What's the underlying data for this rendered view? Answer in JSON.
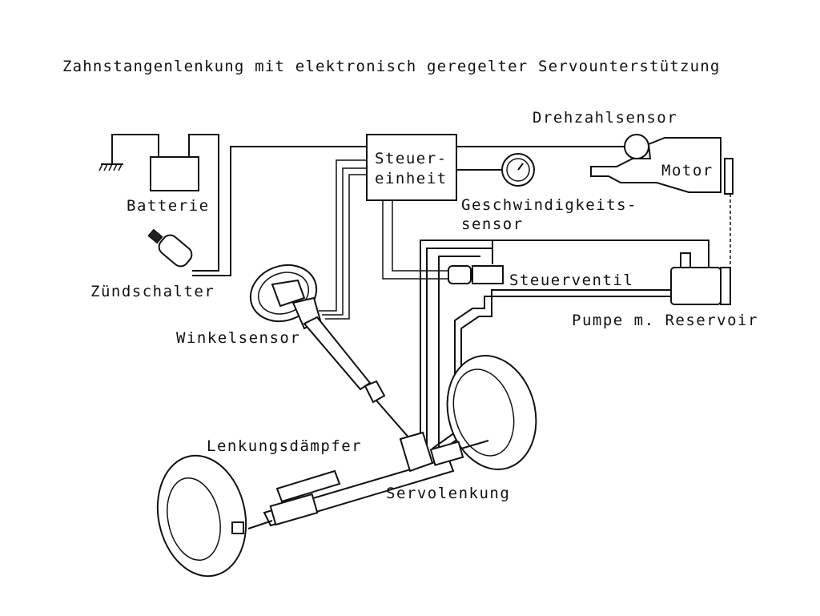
{
  "title": "Zahnstangenlenkung mit elektronisch geregelter Servounterstützung",
  "labels": {
    "drehzahlsensor": "Drehzahlsensor",
    "steuereinheit_1": "Steuer-",
    "steuereinheit_2": "einheit",
    "motor": "Motor",
    "batterie": "Batterie",
    "geschwindigkeit_1": "Geschwindigkeits-",
    "geschwindigkeit_2": "sensor",
    "steuerventil": "Steuerventil",
    "zuendschalter": "Zündschalter",
    "pumpe": "Pumpe m. Reservoir",
    "winkelsensor": "Winkelsensor",
    "lenkungsdaempfer": "Lenkungsdämpfer",
    "servolenkung": "Servolenkung"
  }
}
